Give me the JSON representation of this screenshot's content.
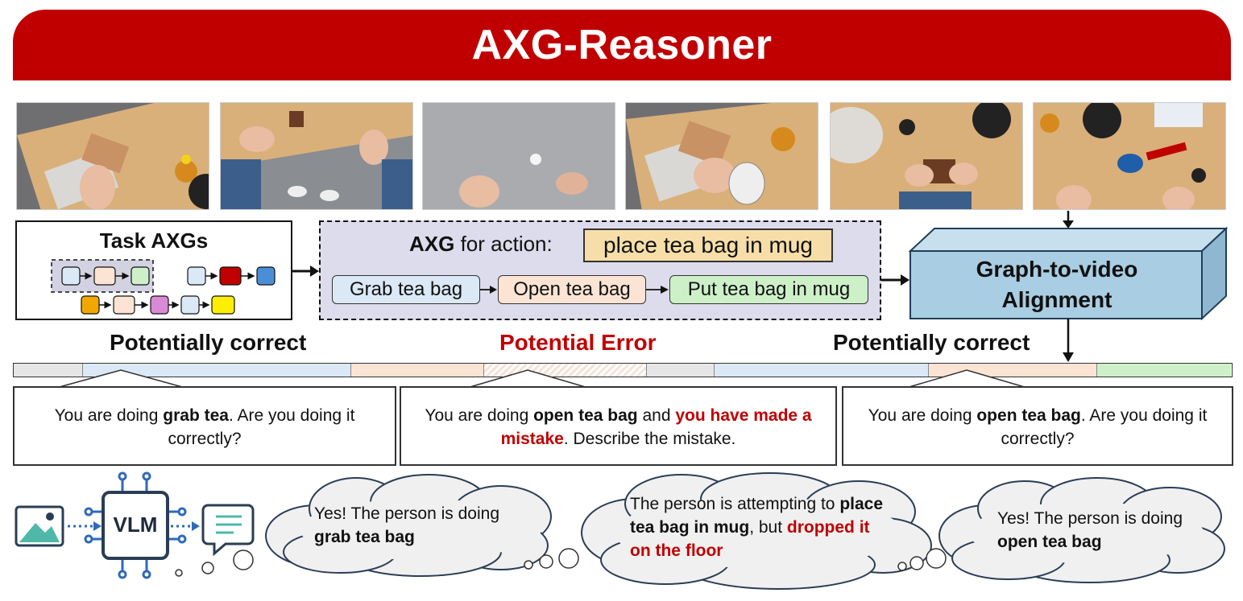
{
  "title": "AXG-Reasoner",
  "colors": {
    "banner": "#c00000",
    "error_red": "#c00000",
    "blue_step": "#dbe8f6",
    "peach_step": "#fce4d4",
    "green_step": "#cdf0c8",
    "action_tag": "#f7dea8",
    "axg_panel": "#dcdcec",
    "g2v_box": "#a9cde2",
    "cloud": "#f0f0f0"
  },
  "frames": [
    {
      "name": "frame-1",
      "desc_icon": "video-frame"
    },
    {
      "name": "frame-2",
      "desc_icon": "video-frame"
    },
    {
      "name": "frame-3",
      "desc_icon": "video-frame"
    },
    {
      "name": "frame-4",
      "desc_icon": "video-frame"
    },
    {
      "name": "frame-5",
      "desc_icon": "video-frame"
    },
    {
      "name": "frame-6",
      "desc_icon": "video-frame"
    }
  ],
  "task_axgs": {
    "title": "Task AXGs"
  },
  "axg": {
    "heading_bold": "AXG",
    "heading_rest": " for action:",
    "action": "place tea bag in mug",
    "steps": [
      "Grab tea bag",
      "Open tea bag",
      "Put tea bag in mug"
    ]
  },
  "g2v": {
    "line1": "Graph-to-video",
    "line2": "Alignment"
  },
  "labels": {
    "left": "Potentially correct",
    "middle": "Potential Error",
    "right": "Potentially correct"
  },
  "prompts": {
    "p1": {
      "pre": "You are doing ",
      "bold": "grab tea",
      "post": ". Are you doing it correctly?"
    },
    "p2": {
      "pre": "You are doing ",
      "bold": "open tea bag",
      "mid": " and ",
      "red": "you have made a mistake",
      "post": ". Describe the mistake."
    },
    "p3": {
      "pre": "You are doing ",
      "bold": "open tea bag",
      "post": ". Are you doing it correctly?"
    }
  },
  "vlm": {
    "label": "VLM"
  },
  "responses": {
    "r1": {
      "pre": "Yes! The person is doing ",
      "bold": "grab tea bag"
    },
    "r2": {
      "pre": "The person is attempting to ",
      "bold": "place tea bag in mug",
      "mid": ", but ",
      "red": "dropped it on the floor"
    },
    "r3": {
      "pre": "Yes! The person is doing ",
      "bold": "open tea bag"
    }
  }
}
